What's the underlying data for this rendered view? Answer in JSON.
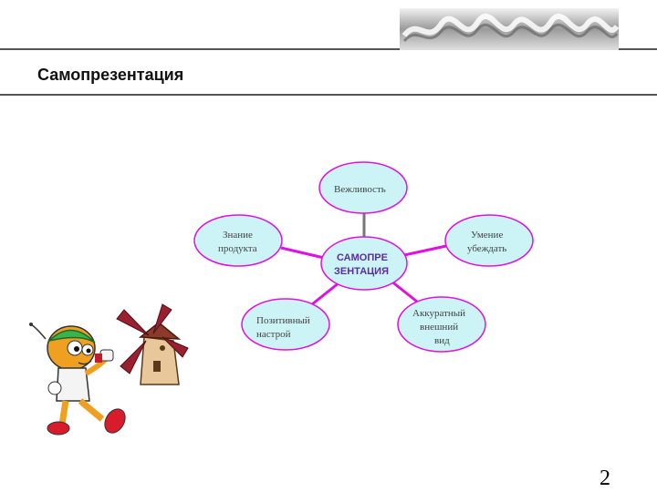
{
  "slide": {
    "title": "Самопрезентация",
    "page_number": "2"
  },
  "diagram": {
    "center": {
      "lines": [
        "САМОПРЕ",
        "ЗЕНТАЦИЯ"
      ]
    },
    "nodes": [
      {
        "id": "politeness",
        "lines": [
          "Вежливость"
        ]
      },
      {
        "id": "persuasion",
        "lines": [
          "Умение",
          "убеждать"
        ]
      },
      {
        "id": "appearance",
        "lines": [
          "Аккуратный",
          "внешний",
          "вид"
        ]
      },
      {
        "id": "positive",
        "lines": [
          "Позитивный",
          "настрой"
        ]
      },
      {
        "id": "product",
        "lines": [
          "Знание",
          "продукта"
        ]
      }
    ],
    "colors": {
      "node_fill": "#ccf3f6",
      "node_stroke": "#e010e0",
      "connector_pink": "#e010e0",
      "connector_gray": "#777777",
      "center_text": "#5b2e9e"
    }
  },
  "illustration": {
    "description_icon": "cartoon-mascot-with-windmill"
  }
}
